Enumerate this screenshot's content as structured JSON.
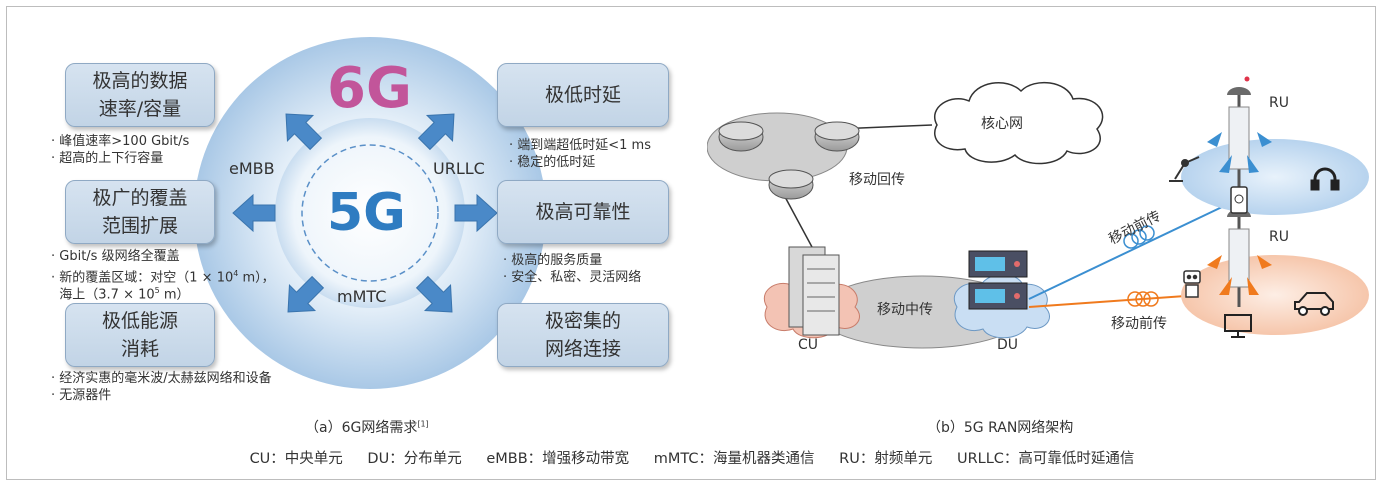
{
  "panel_a": {
    "title_6g": "6G",
    "title_5g": "5G",
    "label_embb": "eMBB",
    "label_urllc": "URLLC",
    "label_mmtc": "mMTC",
    "boxes": [
      {
        "text": "极高的数据\n速率/容量"
      },
      {
        "text": "极广的覆盖\n范围扩展"
      },
      {
        "text": "极低能源\n消耗"
      },
      {
        "text": "极低时延"
      },
      {
        "text": "极高可靠性"
      },
      {
        "text": "极密集的\n网络连接"
      }
    ],
    "notes": {
      "n1": "· 峰值速率>100 Gbit/s\n· 超高的上下行容量",
      "n2_l1": "· Gbit/s 级网络全覆盖",
      "n2_l2a": "· 新的覆盖区域：对空（1 × 10",
      "n2_l2_sup": "4",
      "n2_l2b": " m），",
      "n2_l3a": "  海上（3.7 × 10",
      "n2_l3_sup": "5",
      "n2_l3b": " m）",
      "n3": "· 经济实惠的毫米波/太赫兹网络和设备\n· 无源器件",
      "n4": "· 端到端超低时延<1 ms\n· 稳定的低时延",
      "n5": "· 极高的服务质量\n· 安全、私密、灵活网络"
    },
    "caption": "（a）6G网络需求",
    "caption_ref": "[1]"
  },
  "panel_b": {
    "core_network": "核心网",
    "backhaul": "移动回传",
    "midhaul": "移动中传",
    "fronthaul_1": "移动前传",
    "fronthaul_2": "移动前传",
    "cu": "CU",
    "du": "DU",
    "ru_1": "RU",
    "ru_2": "RU",
    "caption": "（b）5G RAN网络架构"
  },
  "legend": [
    "CU：中央单元",
    "DU：分布单元",
    "eMBB：增强移动带宽",
    "mMTC：海量机器类通信",
    "RU：射频单元",
    "URLLC：高可靠低时延通信"
  ],
  "colors": {
    "title_6g": "#c2559a",
    "title_5g": "#2f7cc1",
    "arrow": "#4a89c8",
    "fronthaul_blue": "#3b8fd1",
    "fronthaul_orange": "#f07a1d"
  }
}
